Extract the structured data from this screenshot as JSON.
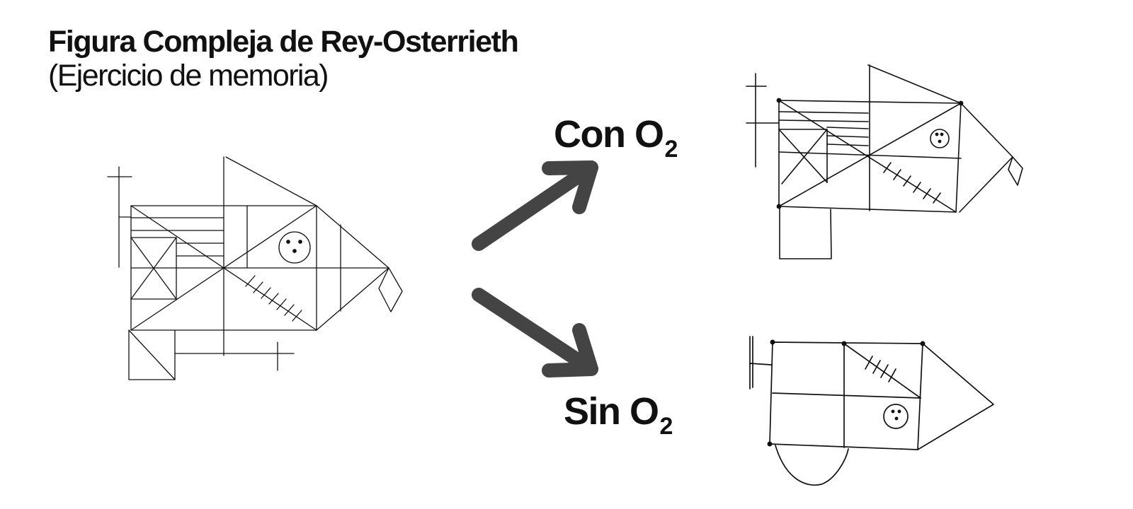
{
  "title": {
    "main": "Figura Compleja de Rey-Osterrieth",
    "subtitle": "(Ejercicio de memoria)"
  },
  "conditions": {
    "with_oxygen": {
      "prefix": "Con O",
      "subscript": "2"
    },
    "without_oxygen": {
      "prefix": "Sin O",
      "subscript": "2"
    }
  },
  "colors": {
    "ink": "#111111",
    "arrow": "#444444",
    "background": "#ffffff"
  }
}
